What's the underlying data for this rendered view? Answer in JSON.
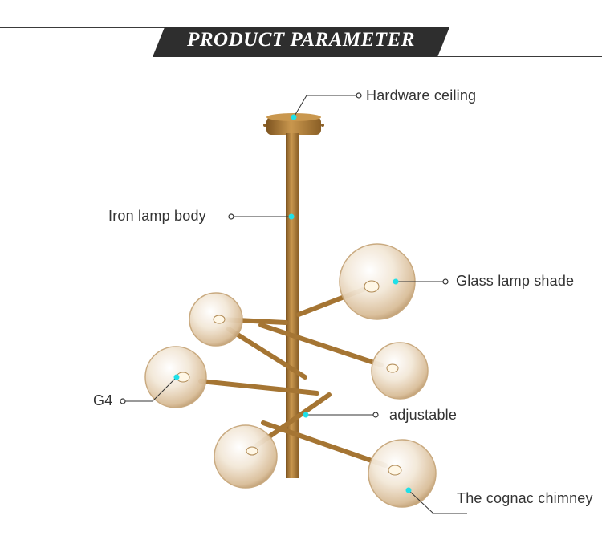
{
  "header": {
    "title": "PRODUCT PARAMETER"
  },
  "callouts": {
    "hardware_ceiling": "Hardware ceiling",
    "iron_lamp_body": "Iron lamp body",
    "glass_lamp_shade": "Glass lamp shade",
    "g4": "G4",
    "adjustable": "adjustable",
    "cognac_chimney": "The cognac chimney"
  },
  "colors": {
    "banner": "#2e2e2e",
    "brass": "#b07f3a",
    "brass_dark": "#8a5f26",
    "glass": "#e8d6bd",
    "marker": "#1fe0e8",
    "line": "#333333"
  }
}
